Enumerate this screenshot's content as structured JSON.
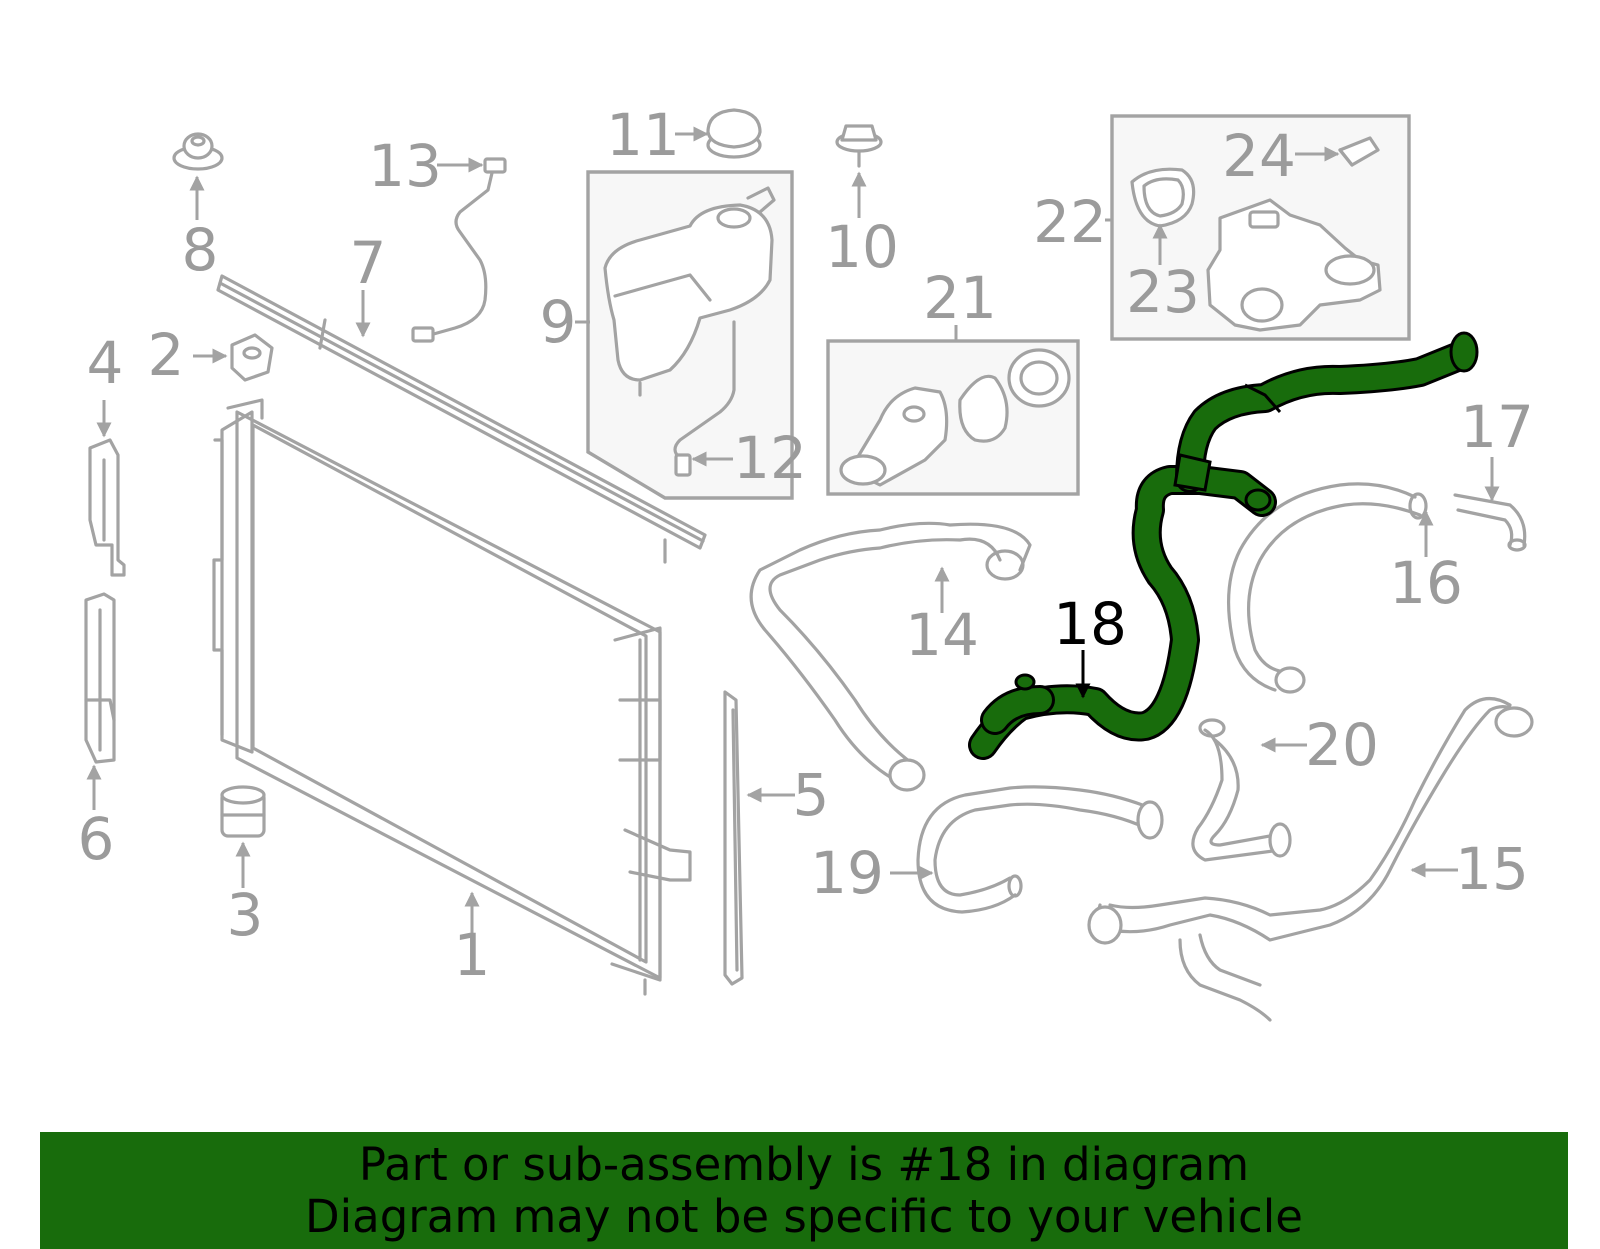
{
  "diagram": {
    "highlight_color": "#186c0c",
    "part_color": "#a3a3a3",
    "highlighted_part": "18",
    "callouts": [
      {
        "id": "1",
        "text": "1"
      },
      {
        "id": "2",
        "text": "2"
      },
      {
        "id": "3",
        "text": "3"
      },
      {
        "id": "4",
        "text": "4"
      },
      {
        "id": "5",
        "text": "5"
      },
      {
        "id": "6",
        "text": "6"
      },
      {
        "id": "7",
        "text": "7"
      },
      {
        "id": "8",
        "text": "8"
      },
      {
        "id": "9",
        "text": "9"
      },
      {
        "id": "10",
        "text": "10"
      },
      {
        "id": "11",
        "text": "11"
      },
      {
        "id": "12",
        "text": "12"
      },
      {
        "id": "13",
        "text": "13"
      },
      {
        "id": "14",
        "text": "14"
      },
      {
        "id": "15",
        "text": "15"
      },
      {
        "id": "16",
        "text": "16"
      },
      {
        "id": "17",
        "text": "17"
      },
      {
        "id": "18",
        "text": "18"
      },
      {
        "id": "19",
        "text": "19"
      },
      {
        "id": "20",
        "text": "20"
      },
      {
        "id": "21",
        "text": "21"
      },
      {
        "id": "22",
        "text": "22"
      },
      {
        "id": "23",
        "text": "23"
      },
      {
        "id": "24",
        "text": "24"
      }
    ]
  },
  "banner": {
    "line1": "Part or sub-assembly is #18 in diagram",
    "line2": "Diagram may not be specific to your vehicle"
  }
}
